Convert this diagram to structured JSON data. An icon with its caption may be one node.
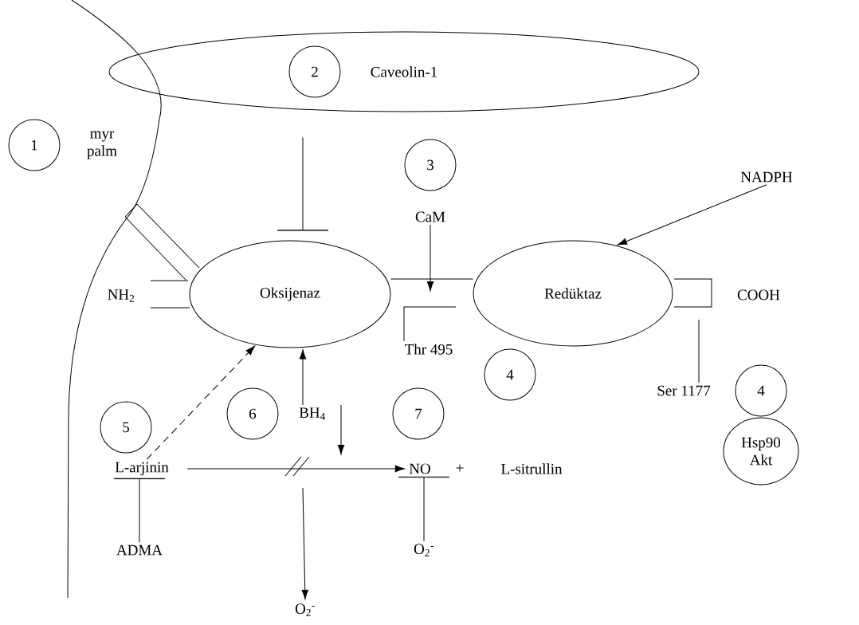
{
  "diagram": {
    "nodes": [
      {
        "text": [
          "1"
        ]
      },
      {
        "text": [
          "Caveolin-1"
        ]
      },
      {
        "text": [
          "2"
        ],
        "in": 1
      },
      {
        "text": [
          "3"
        ]
      },
      {
        "text": [
          "CaM"
        ]
      },
      {
        "text": [
          "NADPH"
        ]
      },
      {
        "text": [
          "Oksijenaz"
        ]
      },
      {
        "text": [
          "Redüktaz"
        ]
      },
      {
        "text": [
          "Thr 495"
        ]
      },
      {
        "text": [
          "4"
        ]
      },
      {
        "text": [
          "Ser 1177"
        ]
      },
      {
        "text": [
          "4"
        ]
      },
      {
        "text": [
          "Hsp90 Akt"
        ]
      },
      {
        "text": [
          "5"
        ]
      },
      {
        "text": [
          "6"
        ]
      },
      {
        "text": [
          "BH$_{4}$"
        ]
      },
      {
        "text": [
          "7"
        ]
      },
      {
        "text": [
          "L-arjinin"
        ]
      },
      {
        "text": [
          "NO"
        ]
      },
      {
        "text": [
          "ADMA"
        ]
      },
      {
        "text": [
          "O$_{2}$$^{-}$"
        ]
      },
      {
        "text": [
          "O$_{2}$$^{-}$"
        ]
      }
    ],
    "edges": [
      {
        "from": 1,
        "to": 6,
        "arrow": "other"
      },
      {
        "from": 4,
        "to": null,
        "arrow": "to"
      },
      {
        "from": 5,
        "to": 7,
        "arrow": "to"
      },
      {
        "from": 6,
        "to": 7,
        "arrow": "none"
      },
      {
        "from": 8,
        "to": null,
        "arrow": "none"
      },
      {
        "from": 10,
        "to": null,
        "arrow": "none"
      },
      {
        "from": 17,
        "to": 6,
        "arrow": "to",
        "style": "dashed"
      },
      {
        "from": 15,
        "to": 6,
        "arrow": "to"
      },
      {
        "from": 15,
        "to": null,
        "arrow": "to"
      },
      {
        "from": 17,
        "to": 18,
        "arrow": "to"
      },
      {
        "from": null,
        "to": 21,
        "arrow": "to"
      },
      {
        "from": 19,
        "to": 17,
        "arrow": "other"
      },
      {
        "from": 20,
        "to": 18,
        "arrow": "other"
      }
    ],
    "labels": [
      "myr palm",
      "NH$_{2}$",
      "COOH",
      "+",
      "L-sitrullin"
    ]
  }
}
